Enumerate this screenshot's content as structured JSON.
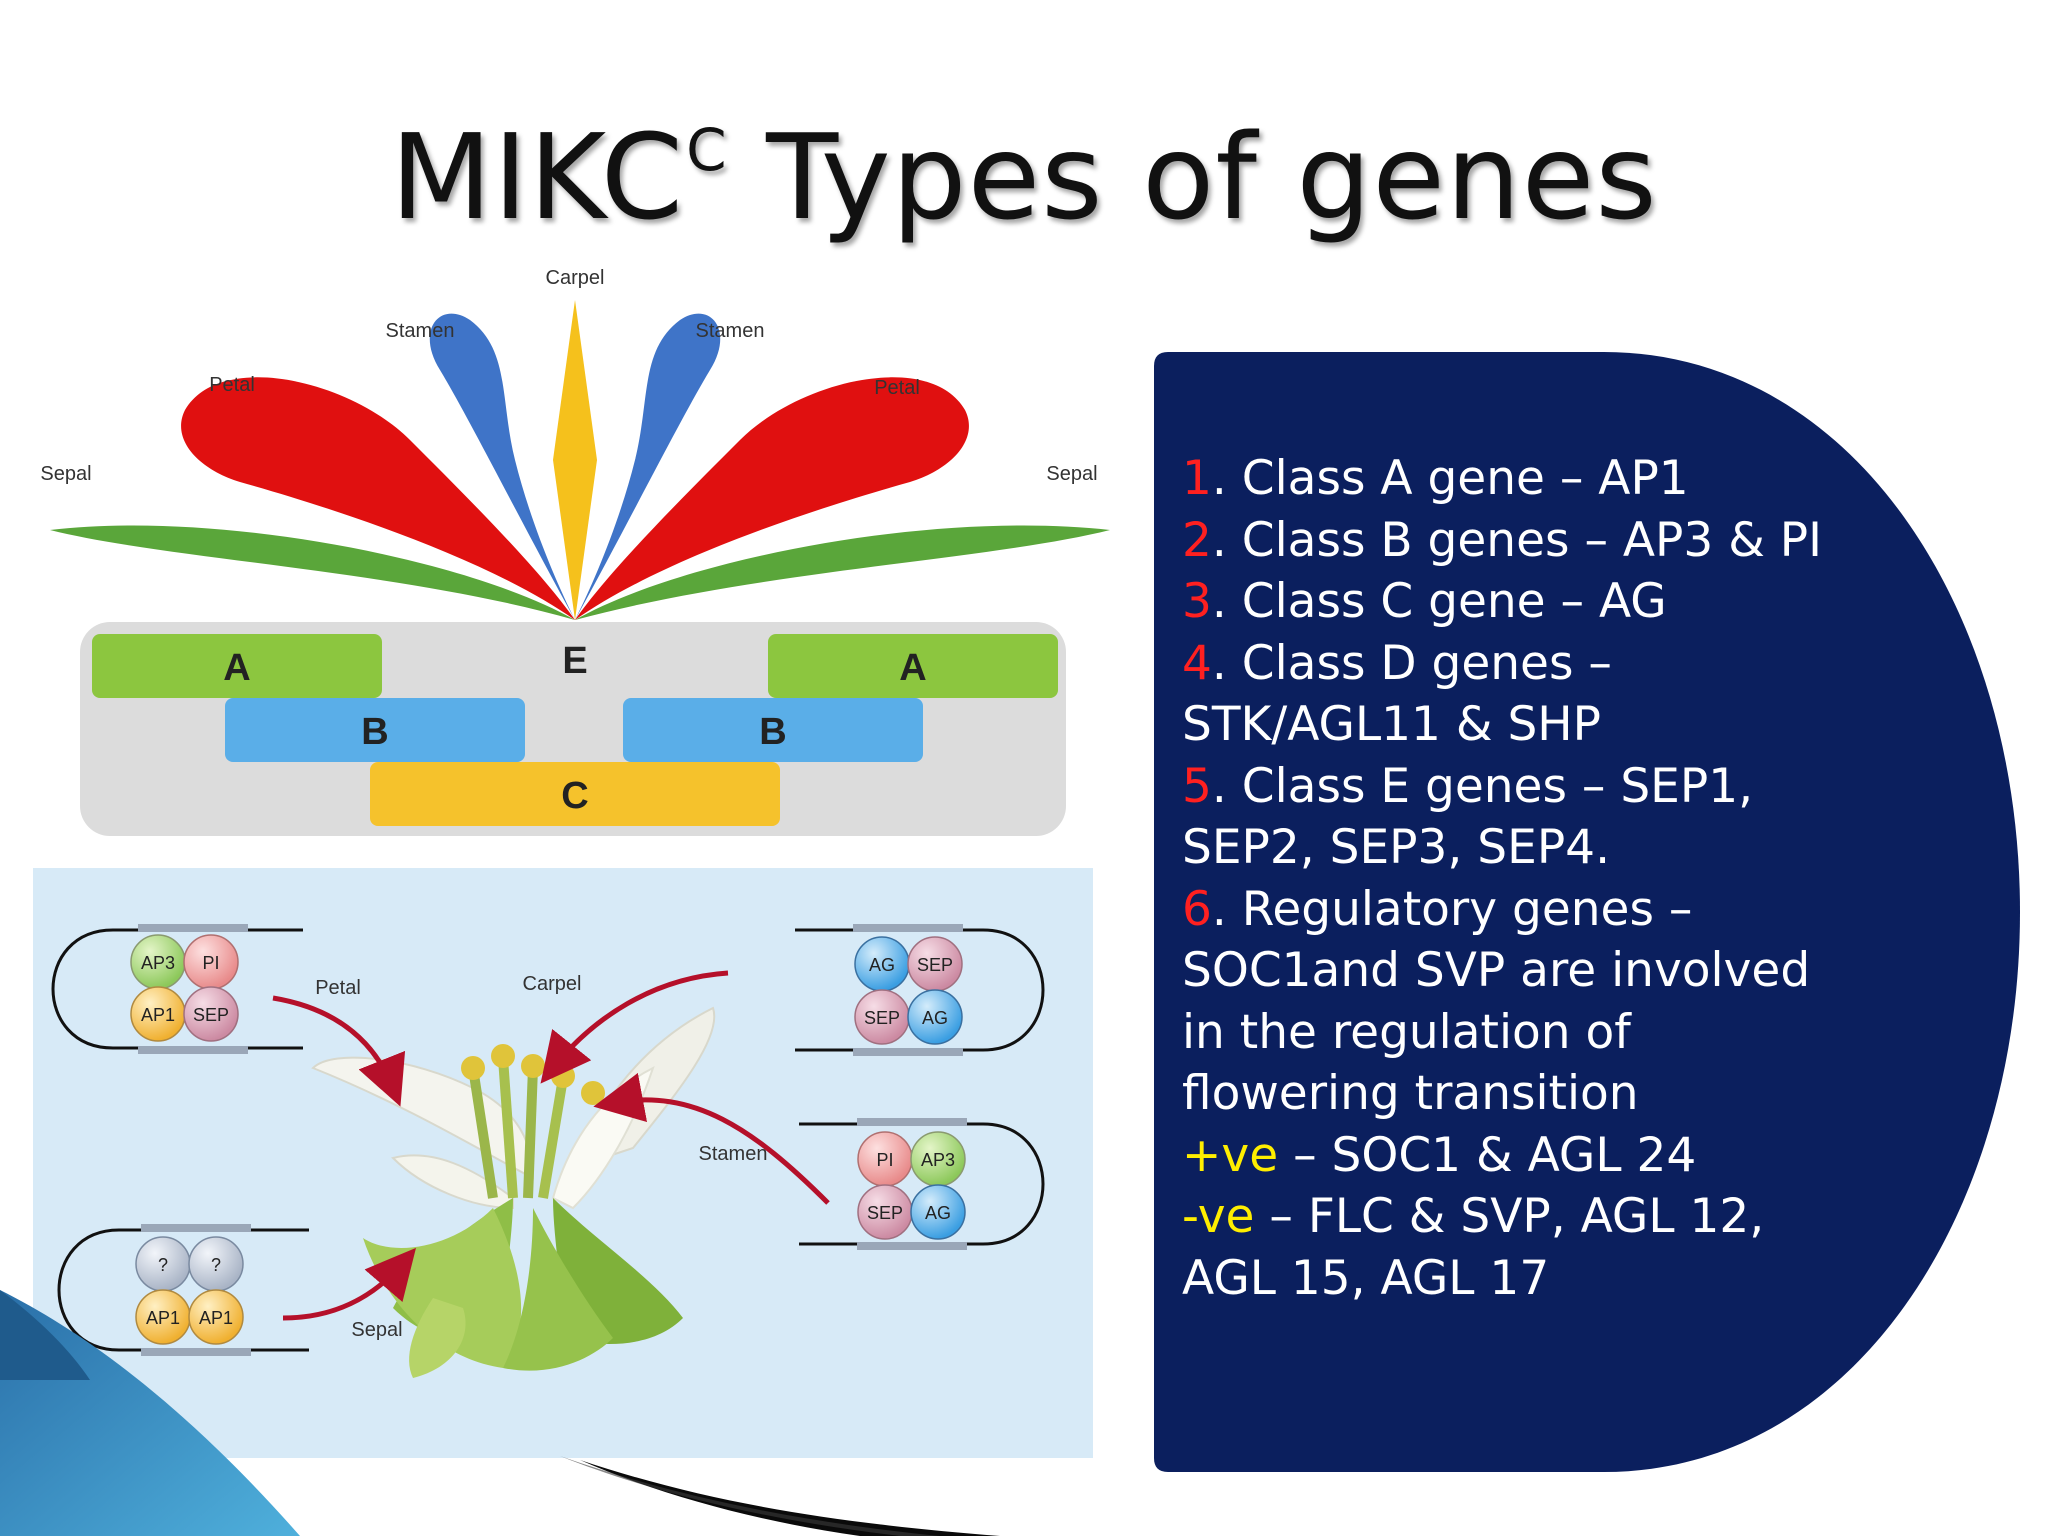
{
  "title": {
    "main": "MIKC",
    "superscript": "C",
    "rest": " Types of genes"
  },
  "flower_diagram": {
    "organ_labels": {
      "carpel": "Carpel",
      "stamen_left": "Stamen",
      "stamen_right": "Stamen",
      "petal_left": "Petal",
      "petal_right": "Petal",
      "sepal_left": "Sepal",
      "sepal_right": "Sepal"
    },
    "class_boxes": {
      "a_left": "A",
      "e": "E",
      "a_right": "A",
      "b_left": "B",
      "b_right": "B",
      "c": "C"
    },
    "colors": {
      "sepal": "#5aa63a",
      "petal": "#e01010",
      "stamen": "#3f74c8",
      "carpel": "#f5c11c",
      "box_a": "#8cc63f",
      "box_b": "#5aaee8",
      "box_c": "#f5c22c",
      "box_bg": "#dcdcdc"
    }
  },
  "quartet_diagram": {
    "labels": {
      "petal": "Petal",
      "carpel": "Carpel",
      "stamen": "Stamen",
      "sepal": "Sepal"
    },
    "petal_quartet": [
      "AP3",
      "PI",
      "AP1",
      "SEP"
    ],
    "carpel_quartet": [
      "AG",
      "SEP",
      "SEP",
      "AG"
    ],
    "stamen_quartet": [
      "PI",
      "AP3",
      "SEP",
      "AG"
    ],
    "sepal_quartet": [
      "?",
      "?",
      "AP1",
      "AP1"
    ],
    "background": "#d7eaf7"
  },
  "gene_list": {
    "item1": {
      "num": "1",
      "text": ". Class A gene  – AP1"
    },
    "item2": {
      "num": "2",
      "text": ". Class B genes – AP3 & PI"
    },
    "item3": {
      "num": "3",
      "text": ". Class C gene – AG"
    },
    "item4": {
      "num": "4",
      "text": ". Class D genes –",
      "cont": "STK/AGL11 & SHP"
    },
    "item5": {
      "num": "5",
      "text": ". Class E genes – SEP1,",
      "cont": "SEP2, SEP3, SEP4."
    },
    "item6": {
      "num": "6",
      "text": ". Regulatory genes –",
      "cont1": "SOC1and SVP are involved",
      "cont2": "in the regulation of",
      "cont3": "flowering transition"
    },
    "positive": {
      "sign": "+ve",
      "text": " – SOC1 & AGL 24"
    },
    "negative": {
      "sign": "-ve",
      "text": " – FLC & SVP, AGL 12,",
      "cont": "AGL 15, AGL 17"
    }
  },
  "colors": {
    "panel": "#0b1f5e",
    "number": "#ff2020",
    "sign": "#ffee00",
    "text": "#ffffff"
  }
}
